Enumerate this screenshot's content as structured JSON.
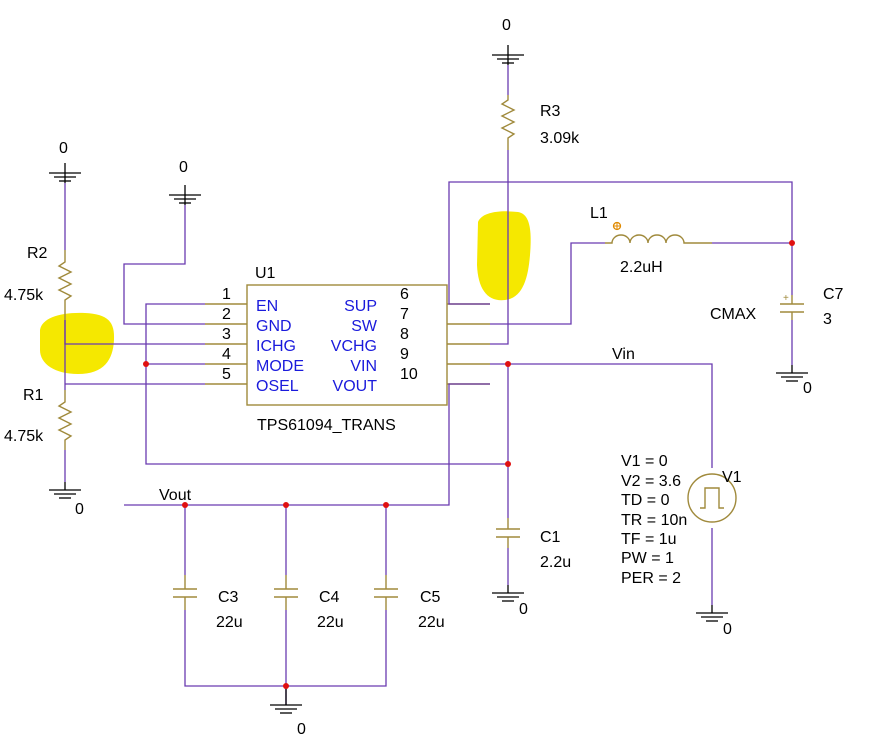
{
  "colors": {
    "wire": "#6a3bb0",
    "component": "#a08a3c",
    "pin_text": "#1a1adc",
    "junction": "#e01010",
    "highlight": "#f5e800"
  },
  "grounds": {
    "label": "0"
  },
  "u1": {
    "ref": "U1",
    "part": "TPS61094_TRANS",
    "left_pins": [
      {
        "num": "1",
        "name": "EN"
      },
      {
        "num": "2",
        "name": "GND"
      },
      {
        "num": "3",
        "name": "ICHG"
      },
      {
        "num": "4",
        "name": "MODE"
      },
      {
        "num": "5",
        "name": "OSEL"
      }
    ],
    "right_pins": [
      {
        "num": "6",
        "name": "SUP"
      },
      {
        "num": "7",
        "name": "SW"
      },
      {
        "num": "8",
        "name": "VCHG"
      },
      {
        "num": "9",
        "name": "VIN"
      },
      {
        "num": "10",
        "name": "VOUT"
      }
    ]
  },
  "r1": {
    "ref": "R1",
    "value": "4.75k"
  },
  "r2": {
    "ref": "R2",
    "value": "4.75k"
  },
  "r3": {
    "ref": "R3",
    "value": "3.09k"
  },
  "l1": {
    "ref": "L1",
    "value": "2.2uH"
  },
  "c1": {
    "ref": "C1",
    "value": "2.2u"
  },
  "c3": {
    "ref": "C3",
    "value": "22u"
  },
  "c4": {
    "ref": "C4",
    "value": "22u"
  },
  "c5": {
    "ref": "C5",
    "value": "22u"
  },
  "c7": {
    "ref": "C7",
    "value": "3",
    "model": "CMAX"
  },
  "nets": {
    "vin": "Vin",
    "vout": "Vout"
  },
  "v1": {
    "ref": "V1",
    "params": [
      "V1 = 0",
      "V2 = 3.6",
      "TD = 0",
      "TR = 10n",
      "TF = 1u",
      "PW = 1",
      "PER = 2"
    ]
  }
}
